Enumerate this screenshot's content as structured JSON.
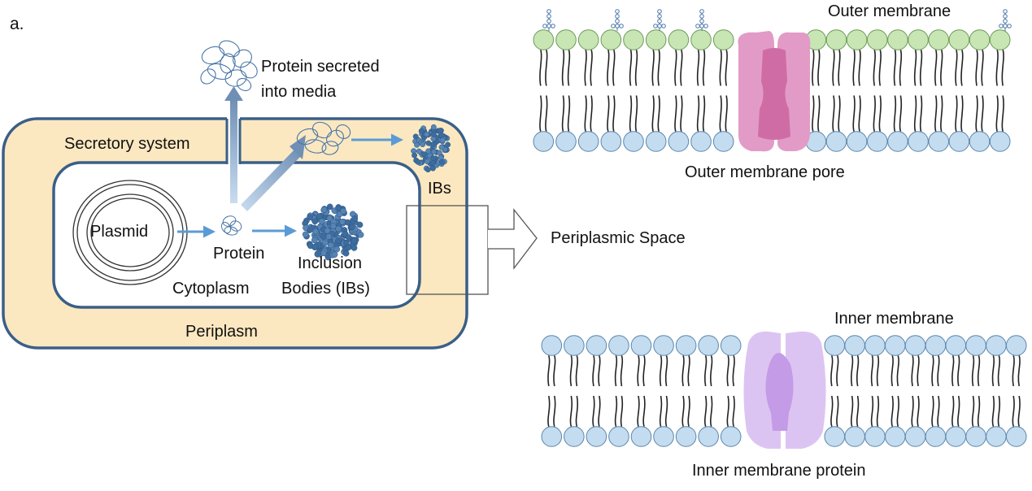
{
  "panel_label": "a.",
  "cell": {
    "secreted_label_line1": "Protein secreted",
    "secreted_label_line2": "into media",
    "secretory_system_label": "Secretory system",
    "ibs_label": "IBs",
    "plasmid_label": "Plasmid",
    "protein_label": "Protein",
    "inclusion_line1": "Inclusion",
    "inclusion_line2": "Bodies (IBs)",
    "cytoplasm_label": "Cytoplasm",
    "periplasm_label": "Periplasm"
  },
  "zoom": {
    "periplasmic_space_label": "Periplasmic Space"
  },
  "outer_membrane": {
    "title": "Outer membrane",
    "pore_label": "Outer membrane pore"
  },
  "inner_membrane": {
    "title": "Inner membrane",
    "protein_label": "Inner membrane protein"
  },
  "colors": {
    "periplasm_fill": "#fbe8c0",
    "membrane_stroke": "#3a5f88",
    "arrow_blue": "#5b9bd5",
    "outer_head_fill": "#c8e6b4",
    "inner_head_fill": "#c4dcef",
    "outer_pore_fill": "#d980b4",
    "inner_protein_fill": "#d6b6ec"
  }
}
